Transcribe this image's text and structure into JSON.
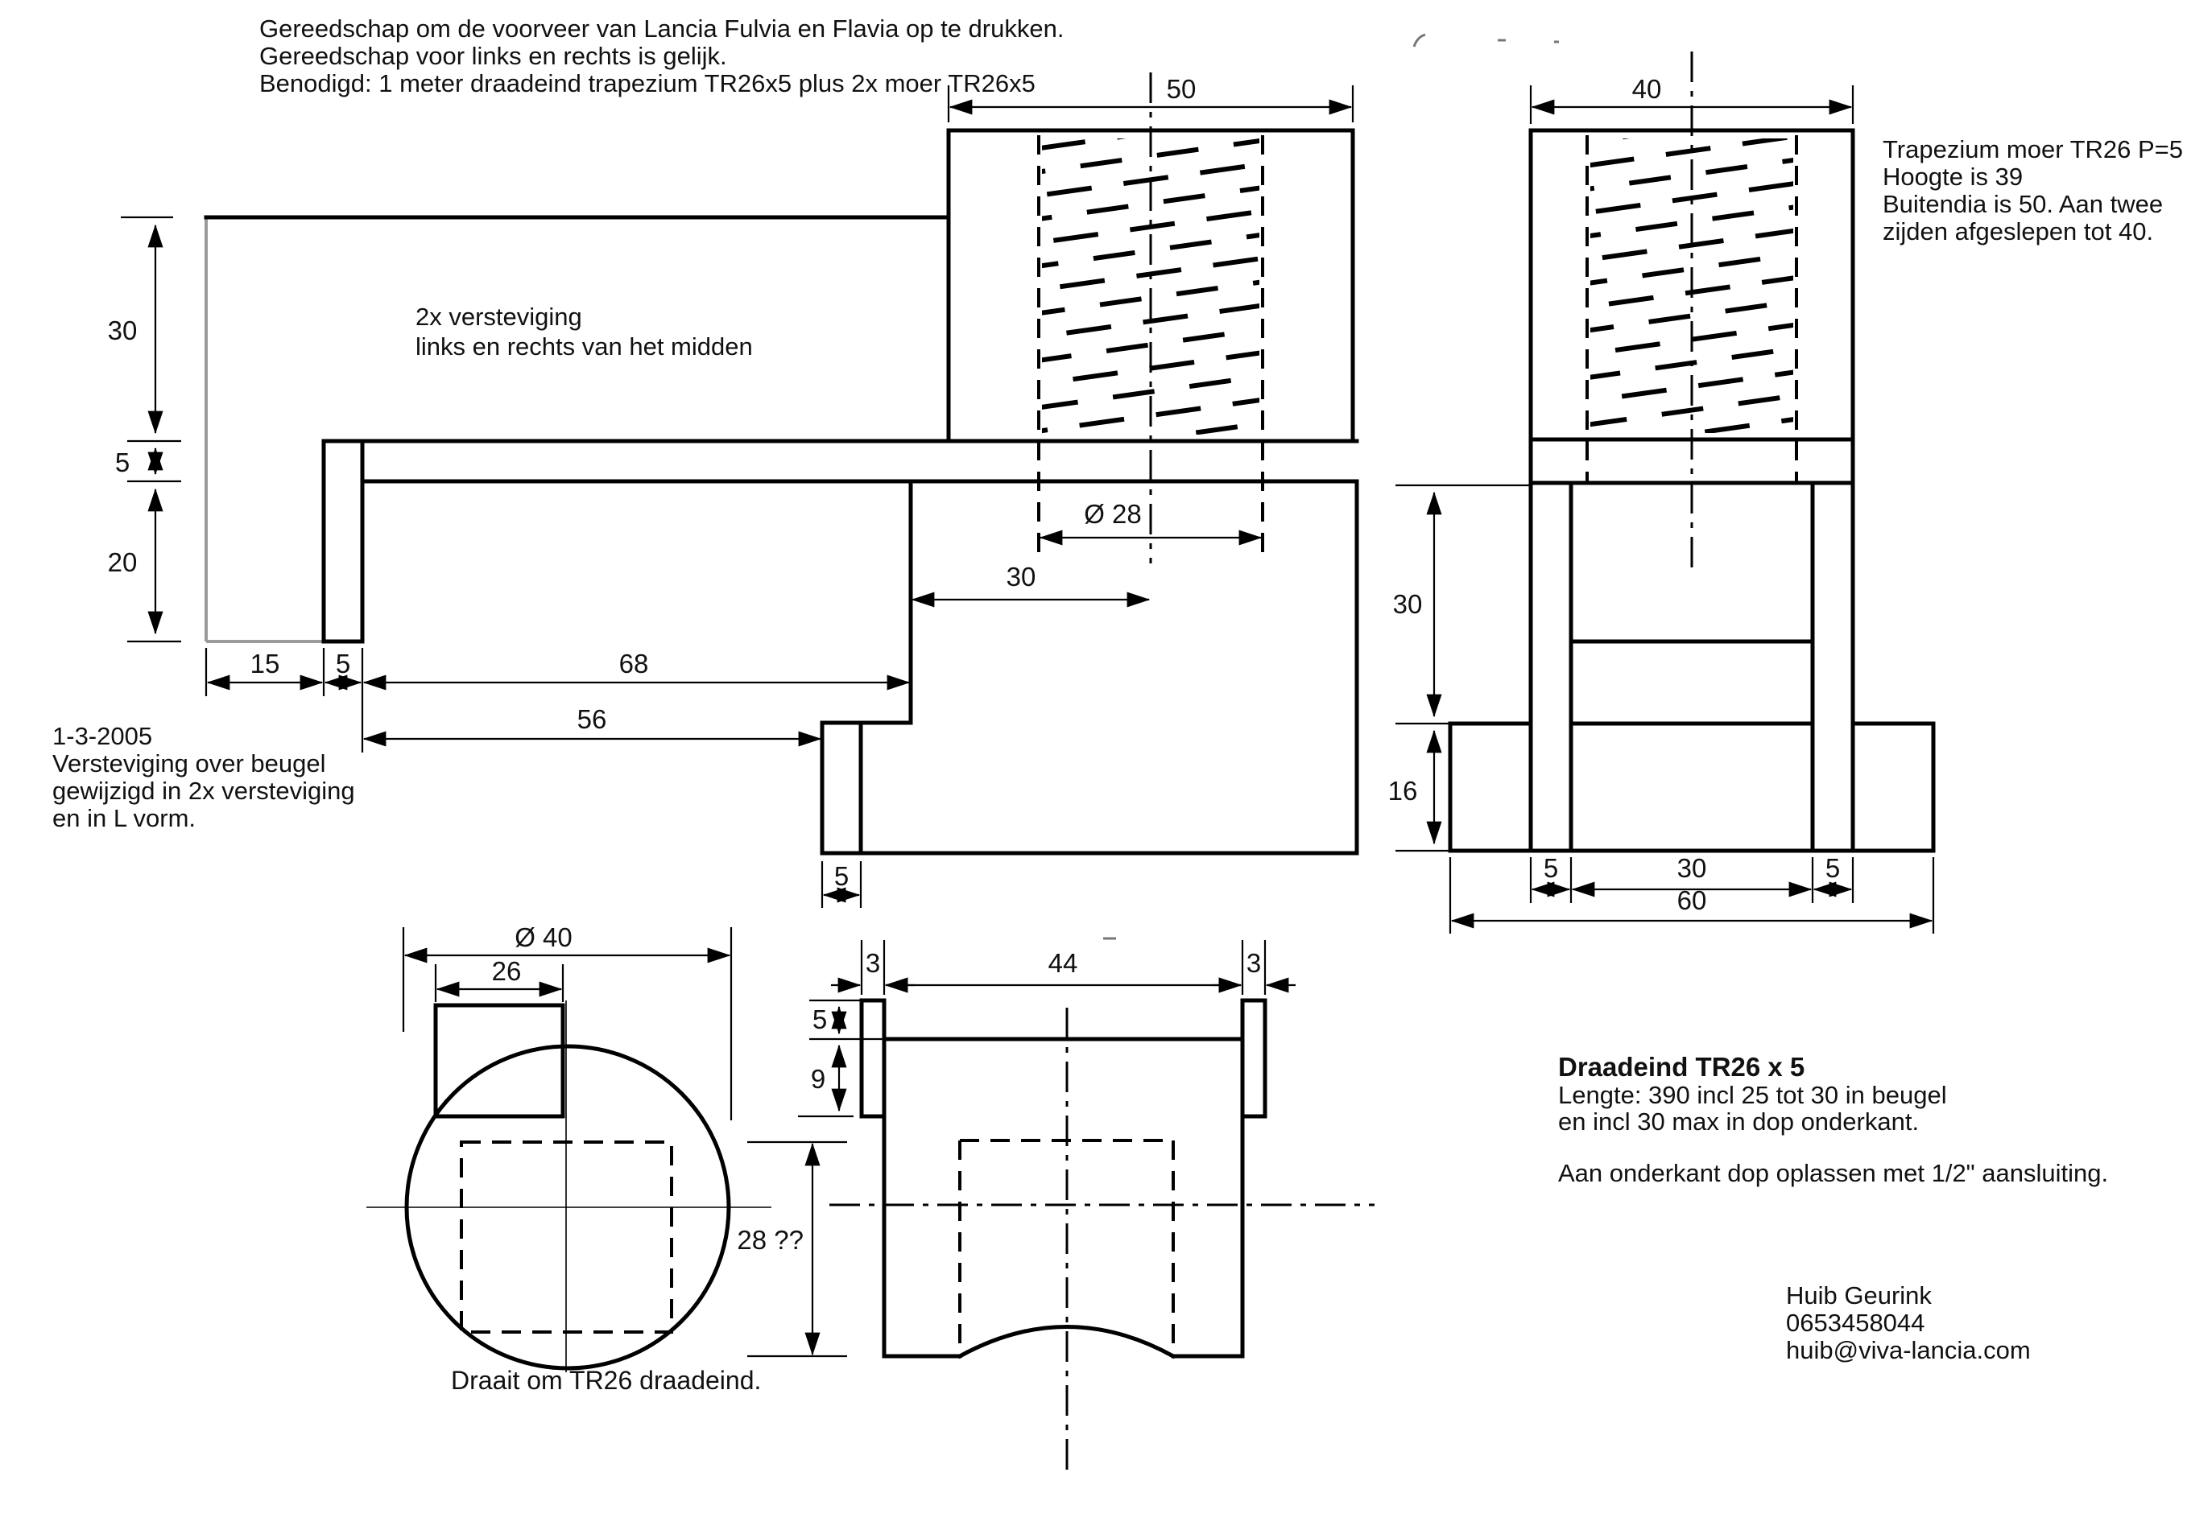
{
  "title": {
    "line1": "Gereedschap om de voorveer van Lancia Fulvia en Flavia op te drukken.",
    "line2": "Gereedschap voor links en rechts is gelijk.",
    "line3": "Benodigd: 1 meter draadeind trapezium TR26x5 plus 2x moer TR26x5"
  },
  "side_view": {
    "note": {
      "line1": "2x versteviging",
      "line2": "links en rechts van het midden"
    },
    "dims": {
      "reinforcement_height": "30",
      "plate_thickness": "5",
      "leg_height": "20",
      "foot_width": "15",
      "rib_width": "5",
      "span_outer": "68",
      "span_inner": "56",
      "bottom_rib_width": "5",
      "nut_width": "50",
      "thread_dia": "Ø 28",
      "center_offset": "30"
    }
  },
  "front_view": {
    "dims": {
      "nut_flat_width": "40",
      "upper_height": "30",
      "base_height": "16",
      "left_rib": "5",
      "inner_span": "30",
      "right_rib": "5",
      "base_width": "60"
    },
    "note": {
      "line1": "Trapezium moer TR26 P=5",
      "line2": "Hoogte is 39",
      "line3": "Buitendia is 50. Aan twee",
      "line4": "zijden afgeslepen tot 40."
    }
  },
  "cap_top_view": {
    "dims": {
      "outer_dia": "Ø 40",
      "flat_width": "26",
      "cavity_depth": "28 ??"
    },
    "caption": "Draait om TR26 draadeind."
  },
  "cap_section_view": {
    "dims": {
      "left_lip": "3",
      "inner_width": "44",
      "right_lip": "3",
      "lip_height": "5",
      "wall_below": "9"
    }
  },
  "revision_note": {
    "line1": "1-3-2005",
    "line2": "Versteviging over beugel",
    "line3": "gewijzigd in 2x versteviging",
    "line4": "en in L vorm."
  },
  "rod_note": {
    "heading": "Draadeind TR26 x 5",
    "line1": "Lengte: 390 incl 25 tot 30 in beugel",
    "line2": "en incl 30 max in dop onderkant.",
    "line3": "Aan onderkant dop oplassen met 1/2\" aansluiting."
  },
  "contact": {
    "name": "Huib Geurink",
    "phone": "0653458044",
    "email": "huib@viva-lancia.com"
  },
  "colors": {
    "line": "#000000",
    "gray_line": "#9b9b9b",
    "background": "#ffffff"
  }
}
